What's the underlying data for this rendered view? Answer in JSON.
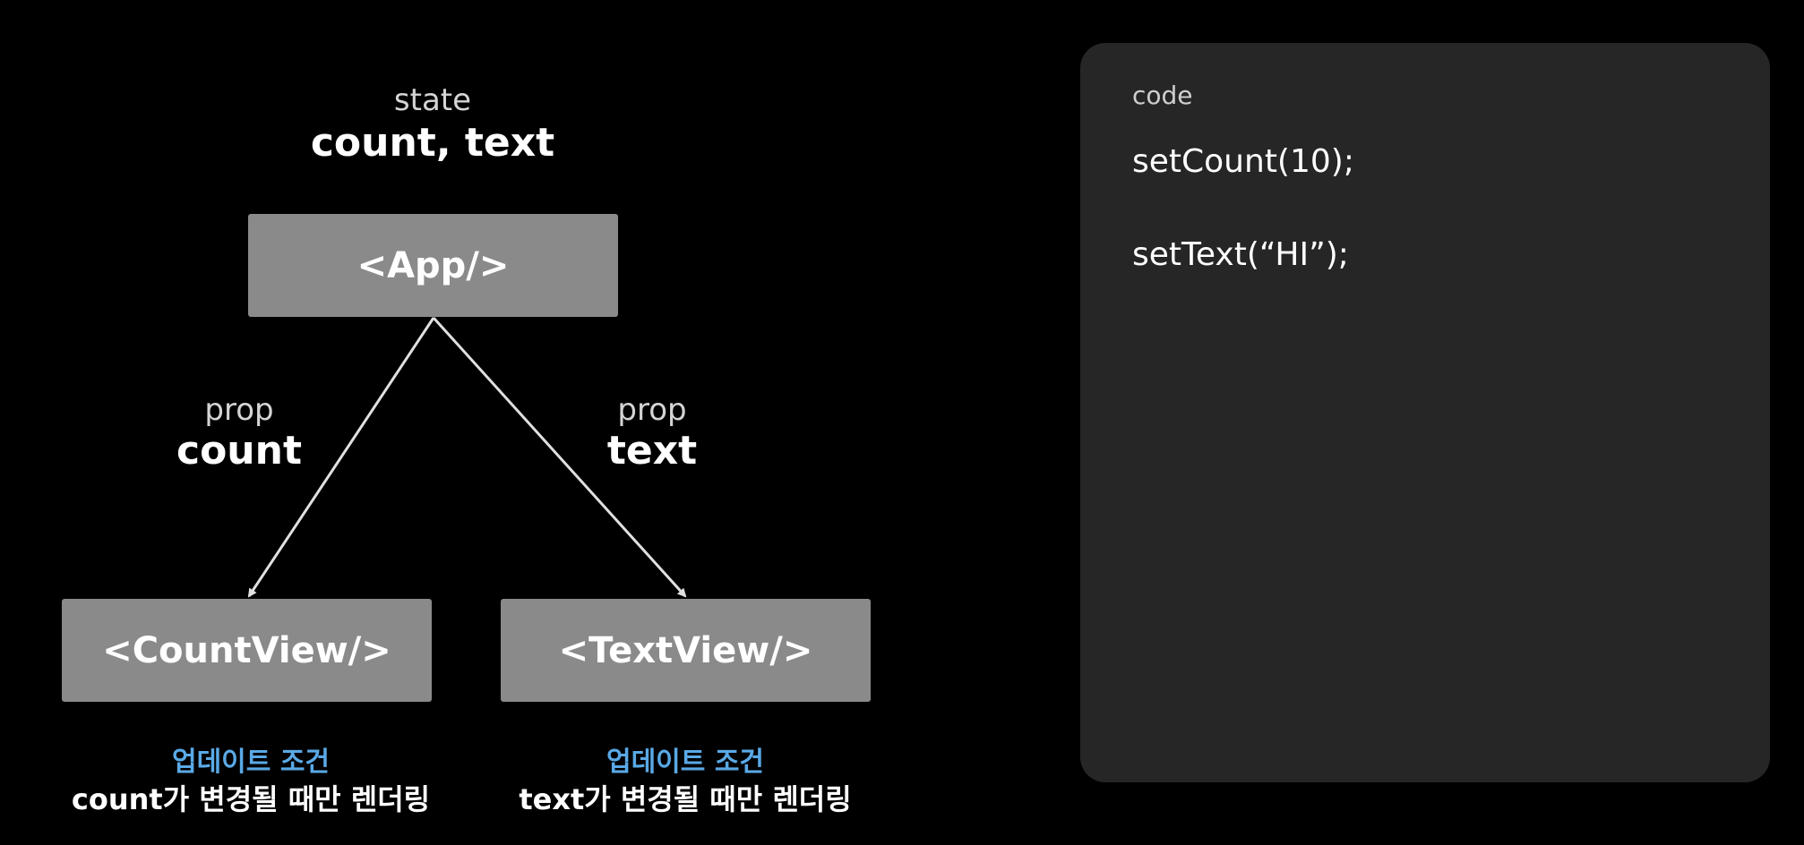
{
  "state": {
    "caption": "state",
    "value": "count, text"
  },
  "nodes": {
    "app": "<App/>",
    "count_view": "<CountView/>",
    "text_view": "<TextView/>"
  },
  "props": {
    "left": {
      "caption": "prop",
      "value": "count"
    },
    "right": {
      "caption": "prop",
      "value": "text"
    }
  },
  "conditions": {
    "left": {
      "title": "업데이트 조건",
      "desc": "count가 변경될 때만 렌더링"
    },
    "right": {
      "title": "업데이트 조건",
      "desc": "text가 변경될 때만 렌더링"
    }
  },
  "code": {
    "label": "code",
    "lines": [
      "setCount(10);",
      "setText(“HI”);"
    ]
  },
  "colors": {
    "background": "#000000",
    "node": "#8a8a8a",
    "panel": "#262626",
    "accent_blue": "#5aa9e6",
    "arrow": "#e0e0e0"
  }
}
